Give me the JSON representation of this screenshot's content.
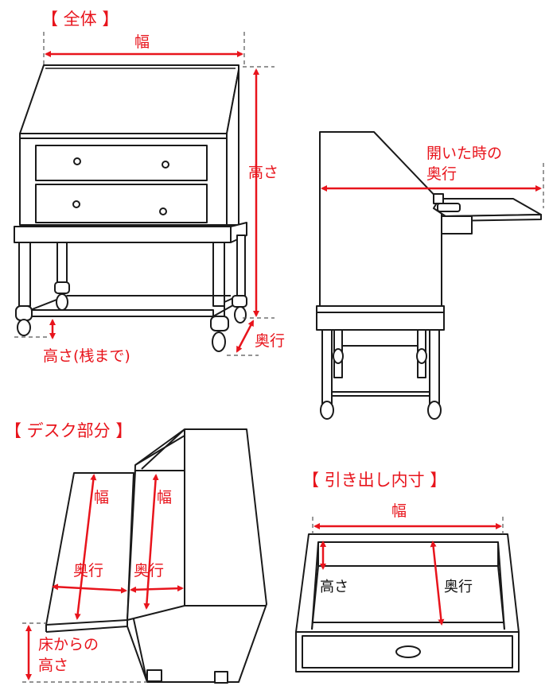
{
  "sections": {
    "overall": "【 全体 】",
    "desk": "【 デスク部分 】",
    "drawer": "【 引き出し内寸 】"
  },
  "overall": {
    "width": "幅",
    "height": "高さ",
    "depth": "奥行",
    "height_to_rail": "高さ(桟まで)"
  },
  "side": {
    "open_depth_line1": "開いた時の",
    "open_depth_line2": "奥行"
  },
  "desk": {
    "width_left": "幅",
    "width_right": "幅",
    "depth_left": "奥行",
    "depth_right": "奥行",
    "floor_height_line1": "床からの",
    "floor_height_line2": "高さ"
  },
  "drawer": {
    "width": "幅",
    "height": "高さ",
    "depth": "奥行"
  },
  "colors": {
    "accent": "#e8141c",
    "line": "#1a1a1a"
  }
}
